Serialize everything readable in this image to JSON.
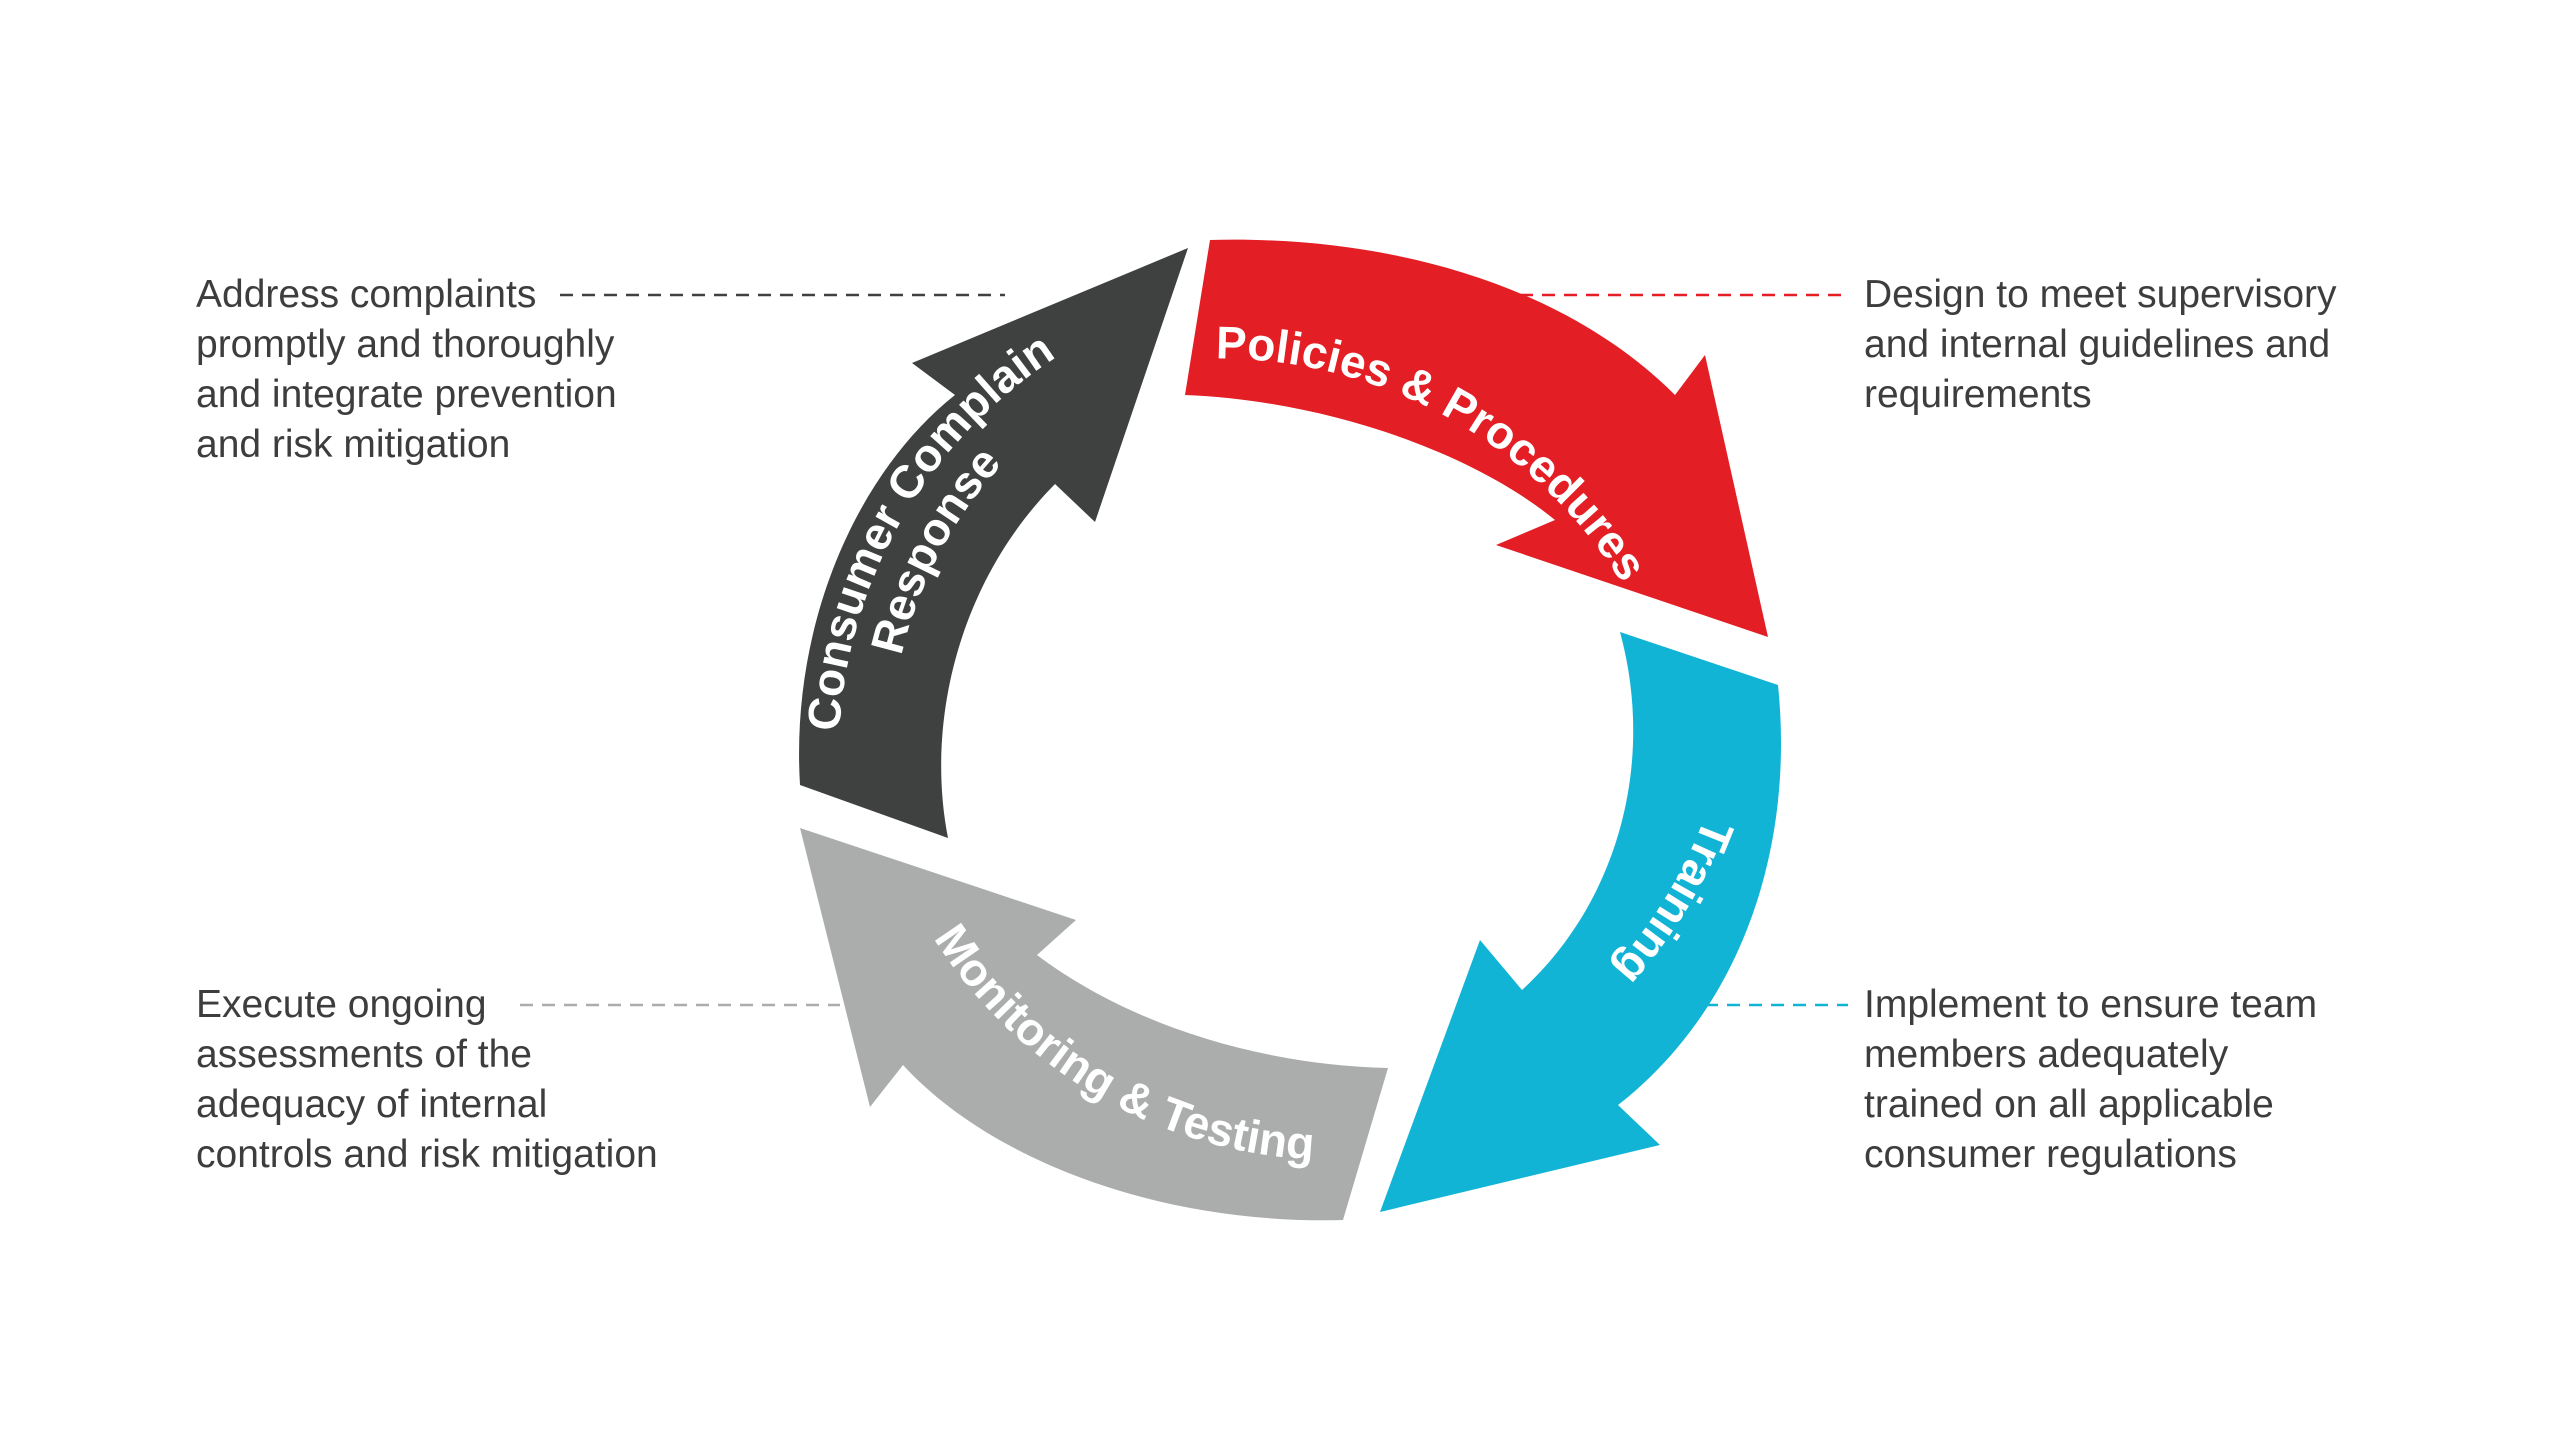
{
  "diagram": {
    "segments": [
      {
        "key": "policies",
        "label": "Policies & Procedures",
        "color": "#e31e24",
        "description": [
          "Design to meet supervisory",
          "and internal guidelines and",
          "requirements"
        ]
      },
      {
        "key": "training",
        "label": "Training",
        "color": "#12b4d6",
        "description": [
          "Implement to ensure team",
          "members adequately",
          "trained on all applicable",
          "consumer regulations"
        ]
      },
      {
        "key": "monitoring",
        "label": "Monitoring & Testing",
        "color": "#abadac",
        "description": [
          "Execute ongoing",
          "assessments of the",
          "adequacy of internal",
          "controls and risk mitigation"
        ]
      },
      {
        "key": "complaint",
        "label_lines": [
          "Consumer Complaint",
          "Response"
        ],
        "color": "#3f4040",
        "description": [
          "Address complaints",
          "promptly and thoroughly",
          "and integrate prevention",
          "and risk mitigation"
        ]
      }
    ]
  }
}
